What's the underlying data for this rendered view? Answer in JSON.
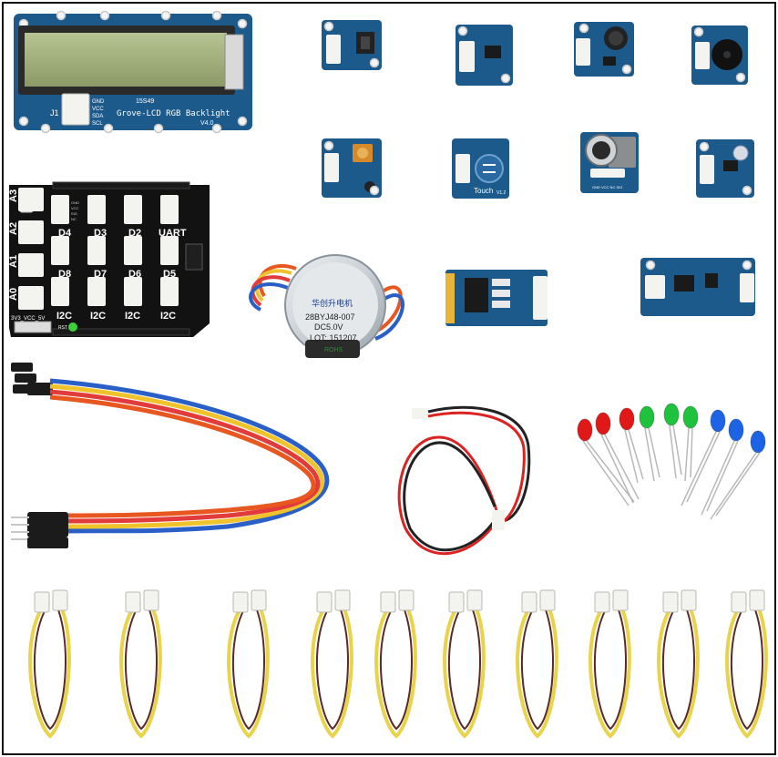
{
  "lcd": {
    "title": "Grove-LCD RGB Backlight",
    "version": "V4.0",
    "connector_label": "J1",
    "pins": [
      "GND",
      "VCC",
      "SDA",
      "SCL"
    ],
    "code": "15S49"
  },
  "shield": {
    "analog_ports": [
      "A3",
      "A2",
      "A1",
      "A0"
    ],
    "digital_ports": [
      "D4",
      "D3",
      "D2",
      "UART",
      "D8",
      "D7",
      "D6",
      "D5"
    ],
    "i2c_ports": [
      "I2C",
      "I2C",
      "I2C",
      "I2C"
    ],
    "power_label": "3V3_VCC_5V",
    "reset_label": "RST",
    "pin_labels": [
      "GND",
      "VCC",
      "SIG",
      "NC"
    ]
  },
  "modules": {
    "touch_label": "Touch",
    "touch_version": "V1.2",
    "pin_strip": "GND VCC NC SIG"
  },
  "stepper_motor": {
    "brand": "华创升电机",
    "model": "28BYJ48-007",
    "voltage": "DC5.0V",
    "lot": "LOT: 151207",
    "rohs": "ROHS"
  },
  "leds": {
    "colors": [
      "#e01818",
      "#e01818",
      "#e01818",
      "#1ec23c",
      "#1ec23c",
      "#1ec23c",
      "#1d63e6",
      "#1d63e6",
      "#1d63e6"
    ]
  },
  "colors": {
    "pcb_blue": "#1d5a8c",
    "shield_black": "#121212",
    "cable_yellow": "#e9d34a",
    "connector_white": "#f3f3ef",
    "lcd_green": "#9fae79"
  }
}
